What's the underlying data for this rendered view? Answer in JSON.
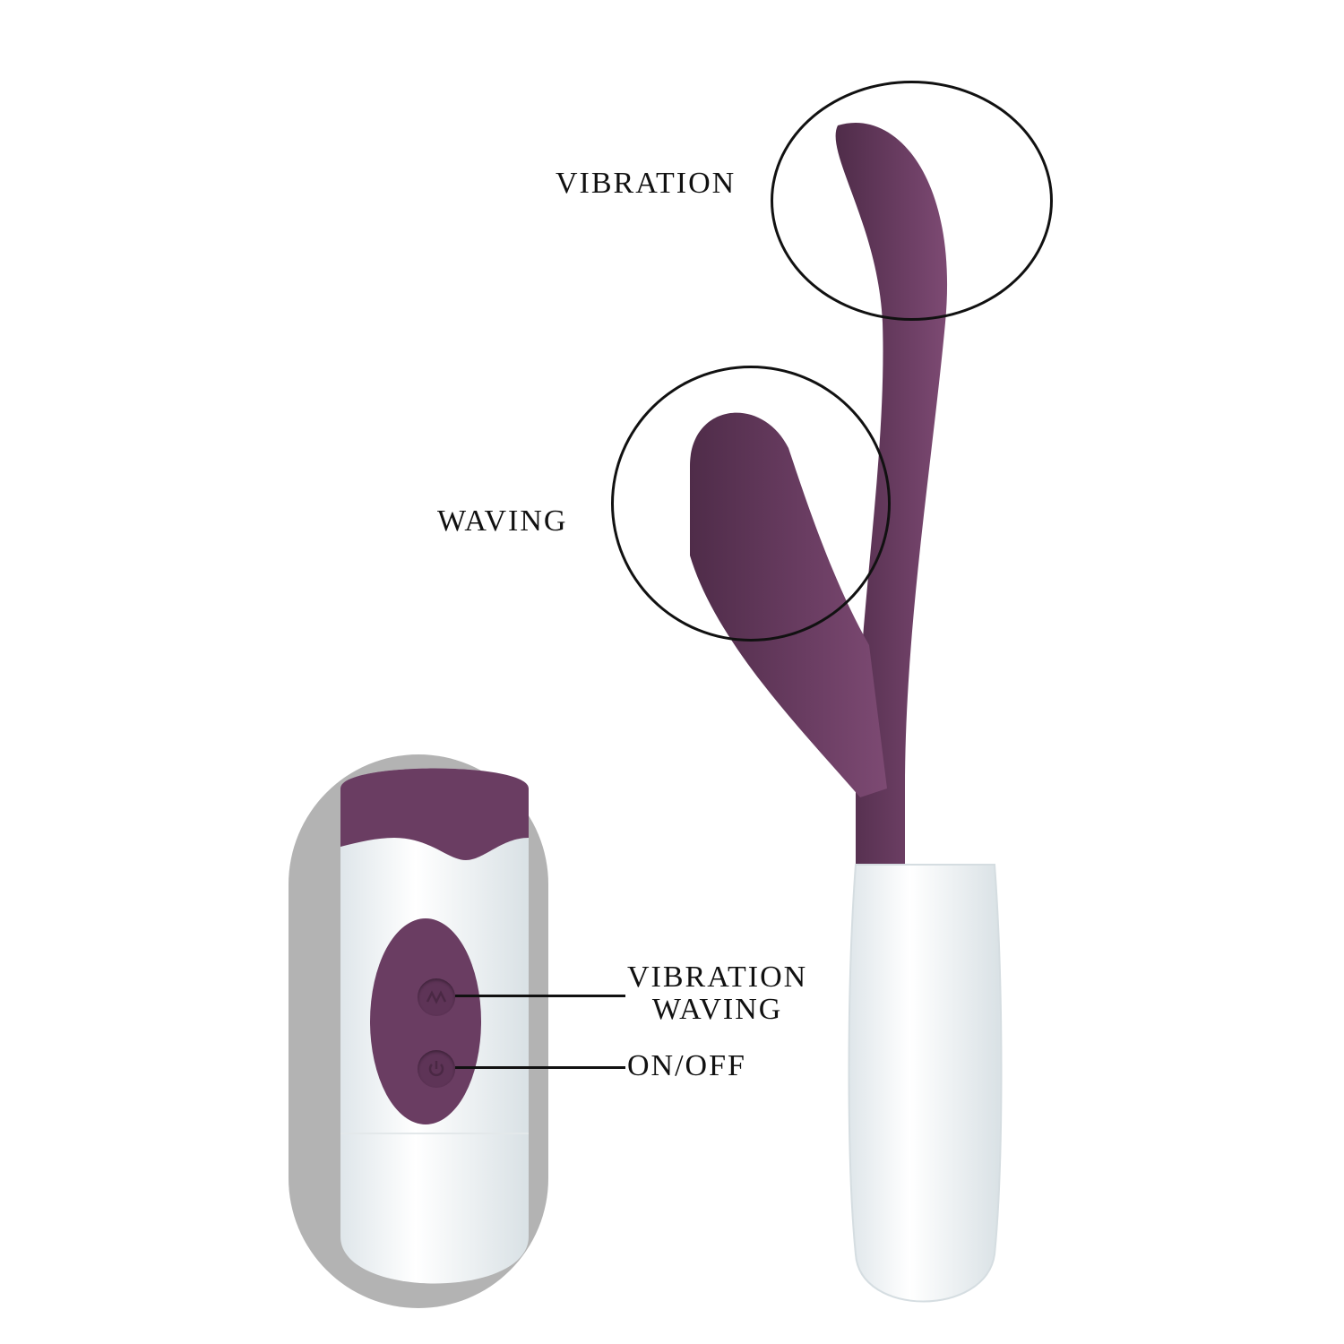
{
  "colors": {
    "background": "#ffffff",
    "product_primary": "#6a3d62",
    "product_highlight": "#8a5580",
    "handle": "#f2f5f6",
    "remote_backdrop": "#b3b3b3",
    "label_text": "#111111"
  },
  "callouts": {
    "tip": {
      "label": "VIBRATION"
    },
    "arm": {
      "label": "WAVING"
    }
  },
  "remote": {
    "buttons": [
      {
        "id": "mode",
        "icon": "vibration-wave-icon",
        "label_line1": "VIBRATION",
        "label_line2": "WAVING"
      },
      {
        "id": "power",
        "icon": "power-icon",
        "label": "ON/OFF"
      }
    ]
  }
}
